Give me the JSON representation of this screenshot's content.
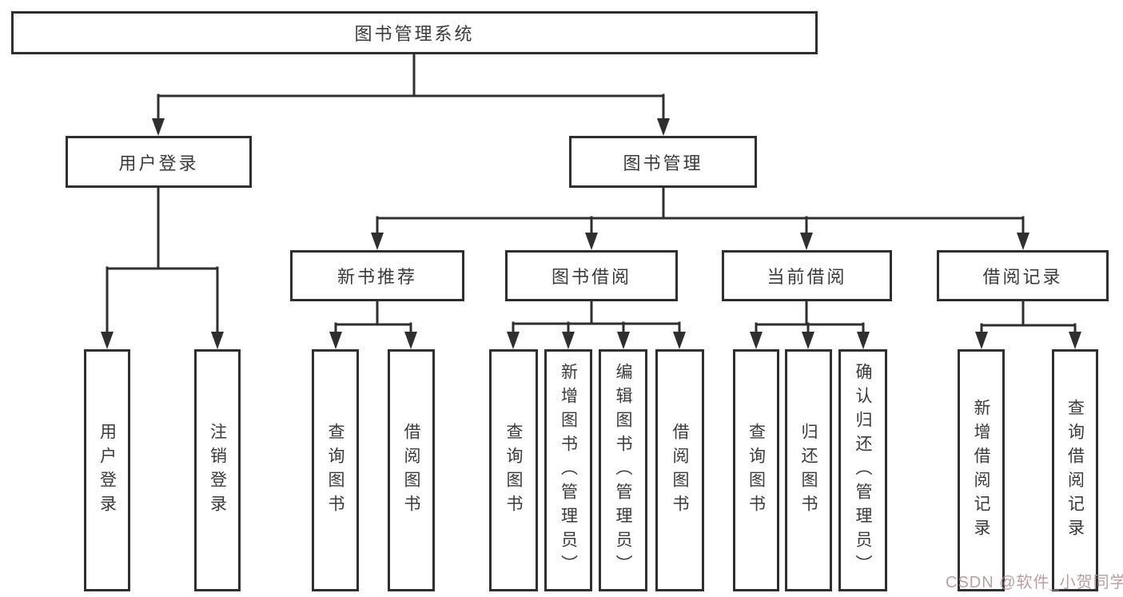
{
  "diagram_title": "图书管理系统",
  "colors": {
    "background": "#ffffff",
    "box_border": "#2f2f2f",
    "connector_line": "#2f2f2f",
    "text": "#3a3a3a",
    "watermark": "#ad8d92"
  },
  "watermark": {
    "text": "CSDN @软件_小贺同学"
  },
  "tree": {
    "root": "图书管理系统",
    "children": [
      {
        "label": "用户登录",
        "children": [
          "用户登录",
          "注销登录"
        ]
      },
      {
        "label": "图书管理",
        "children": [
          {
            "label": "新书推荐",
            "children": [
              "查询图书",
              "借阅图书"
            ]
          },
          {
            "label": "图书借阅",
            "children": [
              "查询图书",
              "新增图书（管理员）",
              "编辑图书（管理员）",
              "借阅图书"
            ]
          },
          {
            "label": "当前借阅",
            "children": [
              "查询图书",
              "归还图书",
              "确认归还（管理员）"
            ]
          },
          {
            "label": "借阅记录",
            "children": [
              "新增借阅记录",
              "查询借阅记录"
            ]
          }
        ]
      }
    ]
  }
}
